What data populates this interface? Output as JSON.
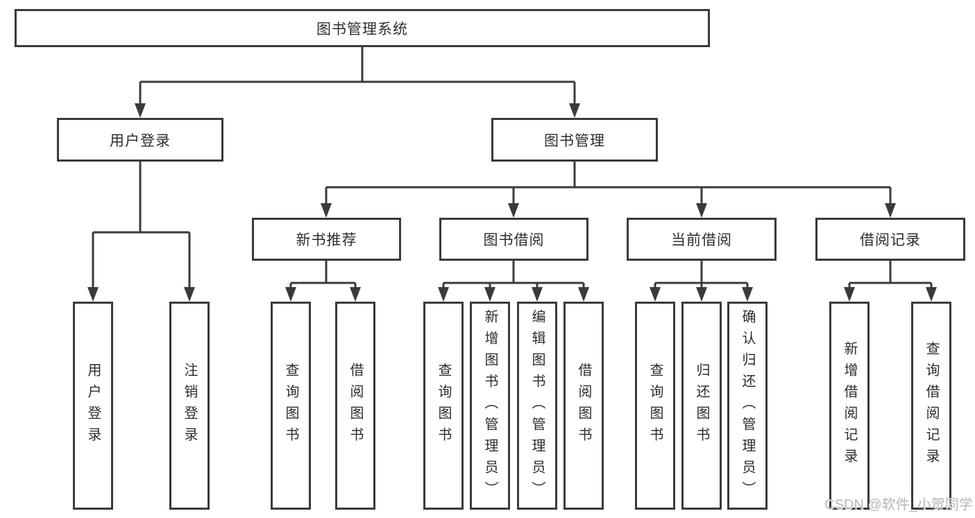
{
  "diagram": {
    "title": "图书管理系统",
    "colors": {
      "line": "#3a3a3a",
      "border": "#3a3a3a",
      "text": "#2d2d2d",
      "watermark": "#bdbdbd",
      "background": "#ffffff"
    },
    "tree": {
      "label": "图书管理系统",
      "children": [
        {
          "label": "用户登录",
          "children": [
            {
              "label": "用户登录"
            },
            {
              "label": "注销登录"
            }
          ]
        },
        {
          "label": "图书管理",
          "children": [
            {
              "label": "新书推荐",
              "children": [
                {
                  "label": "查询图书"
                },
                {
                  "label": "借阅图书"
                }
              ]
            },
            {
              "label": "图书借阅",
              "children": [
                {
                  "label": "查询图书"
                },
                {
                  "label": "新增图书（管理员）"
                },
                {
                  "label": "编辑图书（管理员）"
                },
                {
                  "label": "借阅图书"
                }
              ]
            },
            {
              "label": "当前借阅",
              "children": [
                {
                  "label": "查询图书"
                },
                {
                  "label": "归还图书"
                },
                {
                  "label": "确认归还（管理员）"
                }
              ]
            },
            {
              "label": "借阅记录",
              "children": [
                {
                  "label": "新增借阅记录"
                },
                {
                  "label": "查询借阅记录"
                }
              ]
            }
          ]
        }
      ]
    },
    "watermark": {
      "text": "CSDN @软件_小贺同学"
    }
  }
}
